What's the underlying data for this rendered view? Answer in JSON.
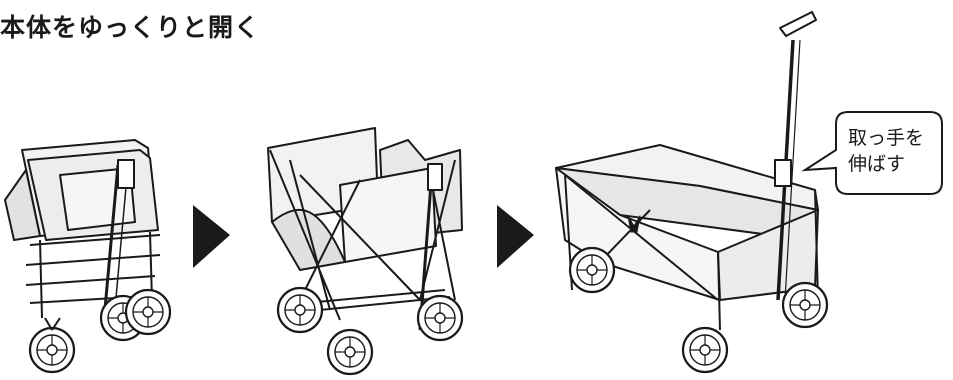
{
  "title": "本体をゆっくりと開く",
  "callout": {
    "line1": "取っ手を",
    "line2": "伸ばす"
  },
  "steps": [
    {
      "state": "folded"
    },
    {
      "state": "half-open"
    },
    {
      "state": "open-with-handle-extended"
    }
  ],
  "colors": {
    "ink": "#1a1a1a",
    "fabric": "#f2f2f2",
    "fabric_shade": "#dedede",
    "arrow": "#1a1a1a"
  }
}
